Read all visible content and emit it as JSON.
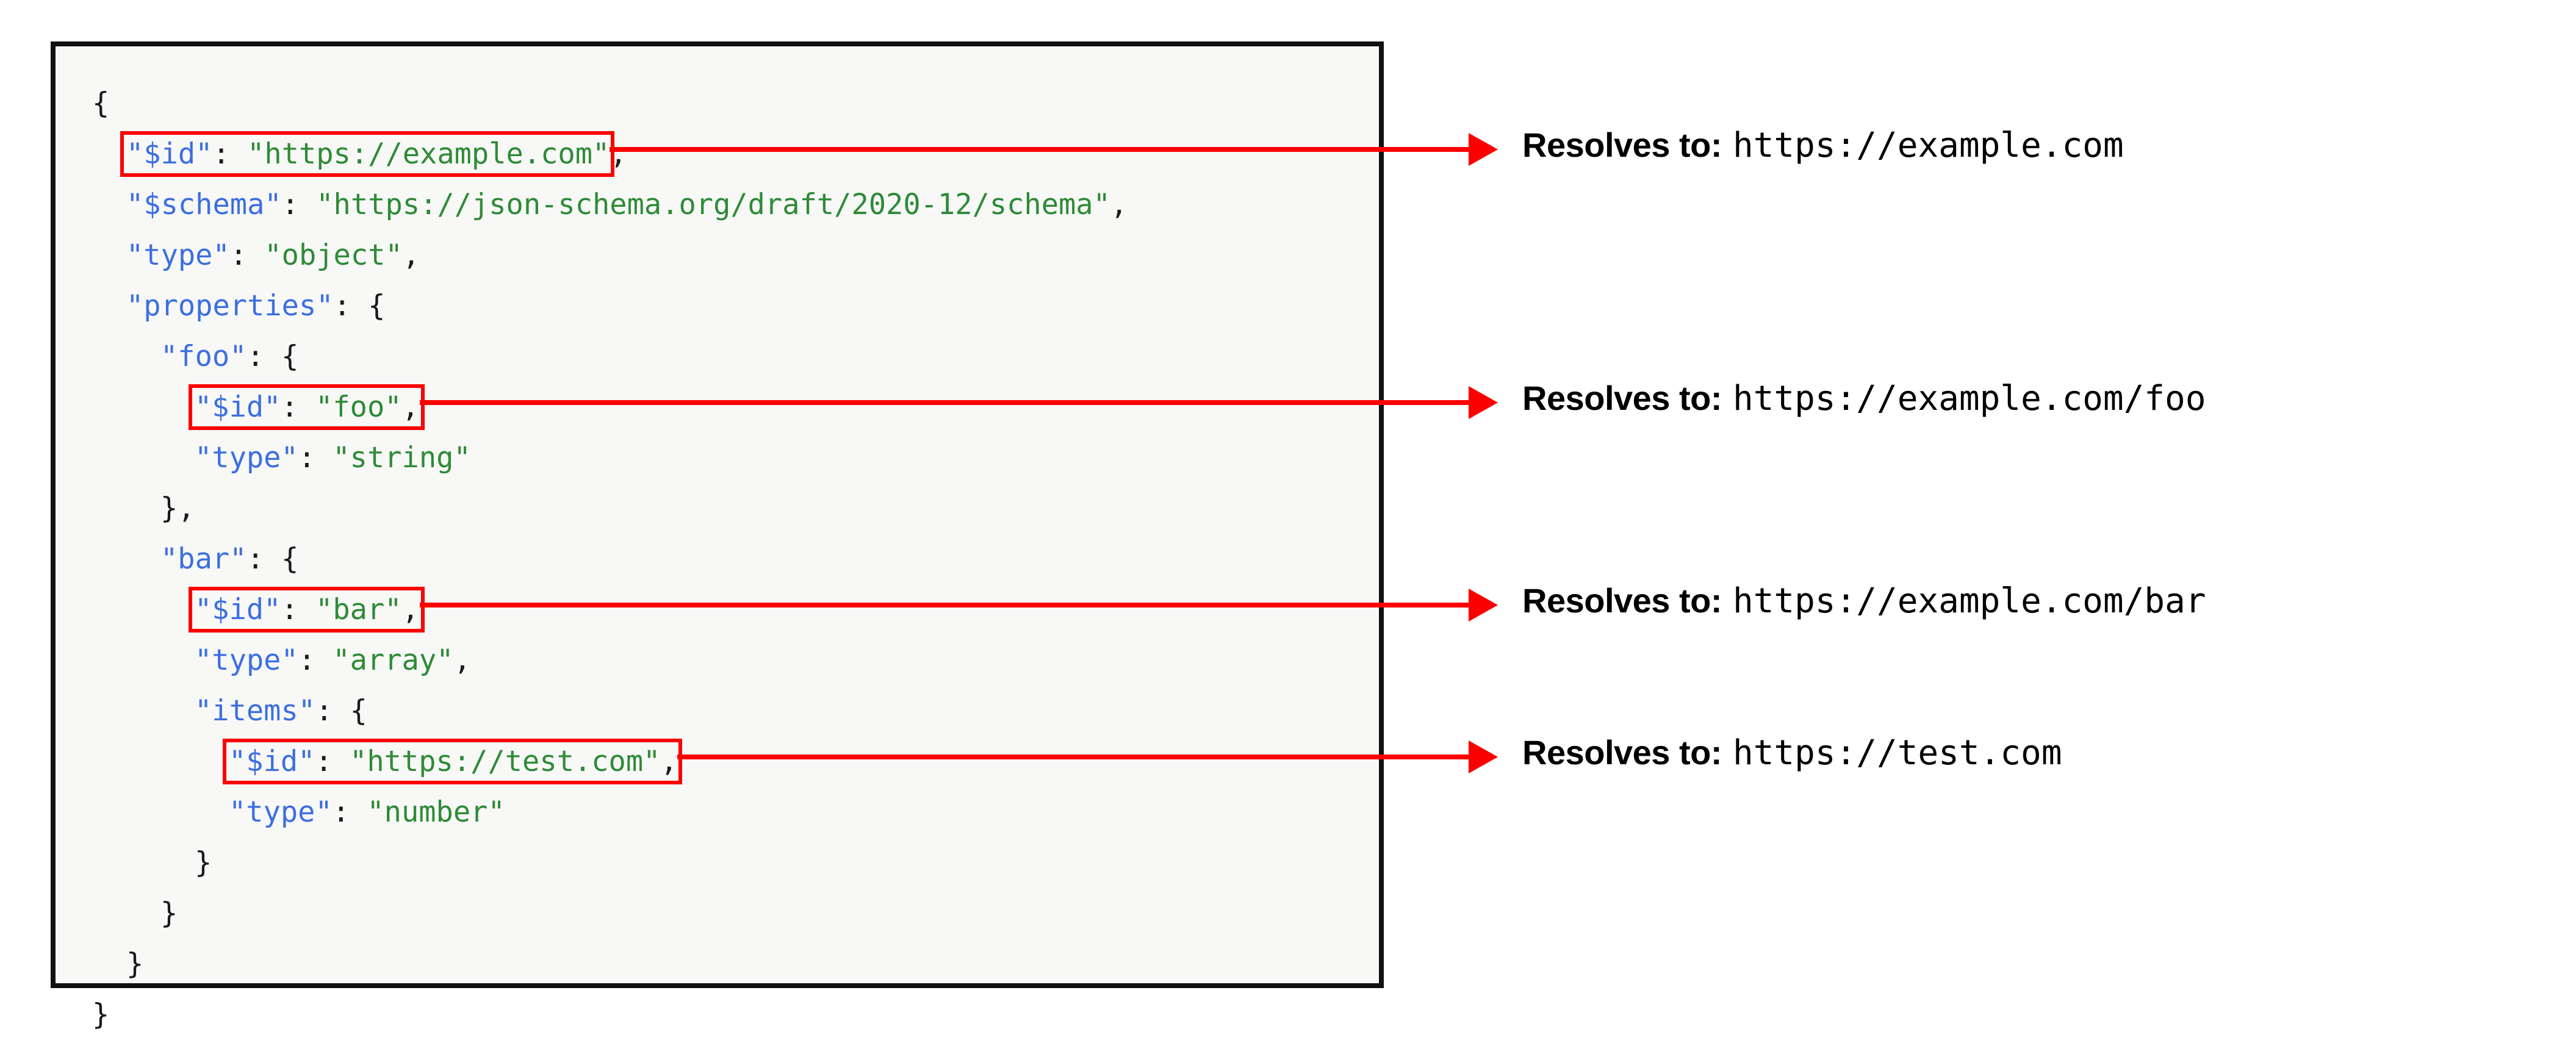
{
  "code_block": {
    "language": "json",
    "background_color": "#f8f8f7",
    "border_color": "#111111",
    "key_color": "#3c6fe0",
    "string_color": "#2e8b36",
    "punctuation_color": "#1a1a1a",
    "highlight_color": "#fc0000",
    "lines": [
      {
        "indent": 0,
        "segments": [
          {
            "t": "{",
            "c": "p"
          }
        ]
      },
      {
        "indent": 1,
        "highlight": true,
        "segments": [
          {
            "t": "\"$id\"",
            "c": "k"
          },
          {
            "t": ": ",
            "c": "p"
          },
          {
            "t": "\"https://example.com\"",
            "c": "s"
          },
          {
            "t": ",",
            "c": "p"
          }
        ]
      },
      {
        "indent": 1,
        "segments": [
          {
            "t": "\"$schema\"",
            "c": "k"
          },
          {
            "t": ": ",
            "c": "p"
          },
          {
            "t": "\"https://json-schema.org/draft/2020-12/schema\"",
            "c": "s"
          },
          {
            "t": ",",
            "c": "p"
          }
        ]
      },
      {
        "indent": 1,
        "segments": [
          {
            "t": "\"type\"",
            "c": "k"
          },
          {
            "t": ": ",
            "c": "p"
          },
          {
            "t": "\"object\"",
            "c": "s"
          },
          {
            "t": ",",
            "c": "p"
          }
        ]
      },
      {
        "indent": 1,
        "segments": [
          {
            "t": "\"properties\"",
            "c": "k"
          },
          {
            "t": ": {",
            "c": "p"
          }
        ]
      },
      {
        "indent": 2,
        "segments": [
          {
            "t": "\"foo\"",
            "c": "k"
          },
          {
            "t": ": {",
            "c": "p"
          }
        ]
      },
      {
        "indent": 3,
        "highlight": true,
        "segments": [
          {
            "t": "\"$id\"",
            "c": "k"
          },
          {
            "t": ": ",
            "c": "p"
          },
          {
            "t": "\"foo\"",
            "c": "s"
          },
          {
            "t": ",",
            "c": "p"
          }
        ]
      },
      {
        "indent": 3,
        "segments": [
          {
            "t": "\"type\"",
            "c": "k"
          },
          {
            "t": ": ",
            "c": "p"
          },
          {
            "t": "\"string\"",
            "c": "s"
          }
        ]
      },
      {
        "indent": 2,
        "segments": [
          {
            "t": "},",
            "c": "p"
          }
        ]
      },
      {
        "indent": 2,
        "segments": [
          {
            "t": "\"bar\"",
            "c": "k"
          },
          {
            "t": ": {",
            "c": "p"
          }
        ]
      },
      {
        "indent": 3,
        "highlight": true,
        "segments": [
          {
            "t": "\"$id\"",
            "c": "k"
          },
          {
            "t": ": ",
            "c": "p"
          },
          {
            "t": "\"bar\"",
            "c": "s"
          },
          {
            "t": ",",
            "c": "p"
          }
        ]
      },
      {
        "indent": 3,
        "segments": [
          {
            "t": "\"type\"",
            "c": "k"
          },
          {
            "t": ": ",
            "c": "p"
          },
          {
            "t": "\"array\"",
            "c": "s"
          },
          {
            "t": ",",
            "c": "p"
          }
        ]
      },
      {
        "indent": 3,
        "segments": [
          {
            "t": "\"items\"",
            "c": "k"
          },
          {
            "t": ": {",
            "c": "p"
          }
        ]
      },
      {
        "indent": 4,
        "highlight": true,
        "segments": [
          {
            "t": "\"$id\"",
            "c": "k"
          },
          {
            "t": ": ",
            "c": "p"
          },
          {
            "t": "\"https://test.com\"",
            "c": "s"
          },
          {
            "t": ",",
            "c": "p"
          }
        ]
      },
      {
        "indent": 4,
        "segments": [
          {
            "t": "\"type\"",
            "c": "k"
          },
          {
            "t": ": ",
            "c": "p"
          },
          {
            "t": "\"number\"",
            "c": "s"
          }
        ]
      },
      {
        "indent": 3,
        "segments": [
          {
            "t": "}",
            "c": "p"
          }
        ]
      },
      {
        "indent": 2,
        "segments": [
          {
            "t": "}",
            "c": "p"
          }
        ]
      },
      {
        "indent": 1,
        "segments": [
          {
            "t": "}",
            "c": "p"
          }
        ]
      },
      {
        "indent": 0,
        "segments": [
          {
            "t": "}",
            "c": "p"
          }
        ]
      }
    ]
  },
  "annotations": {
    "label": "Resolves to:",
    "arrow_color": "#fc0000",
    "items": [
      {
        "source_line_index": 1,
        "label": "Resolves to:",
        "url": "https://example.com"
      },
      {
        "source_line_index": 6,
        "label": "Resolves to:",
        "url": "https://example.com/foo"
      },
      {
        "source_line_index": 10,
        "label": "Resolves to:",
        "url": "https://example.com/bar"
      },
      {
        "source_line_index": 13,
        "label": "Resolves to:",
        "url": "https://test.com"
      }
    ]
  }
}
